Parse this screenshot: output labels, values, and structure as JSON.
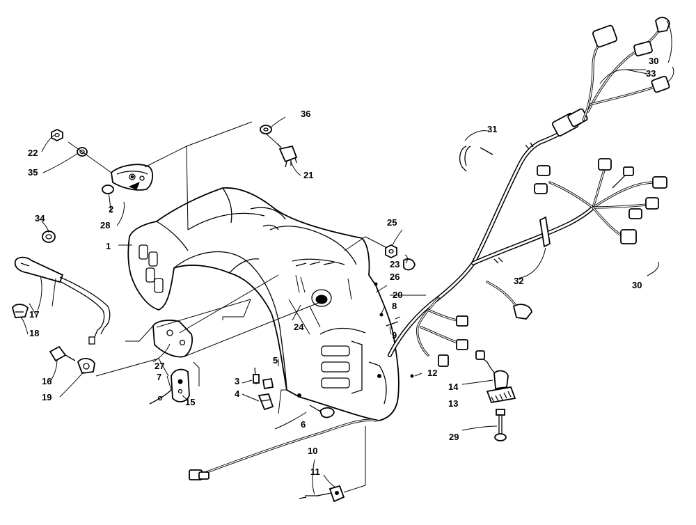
{
  "diagram": {
    "labels": [
      "1",
      "2",
      "3",
      "4",
      "5",
      "6",
      "7",
      "8",
      "9",
      "10",
      "11",
      "12",
      "13",
      "14",
      "15",
      "16",
      "17",
      "18",
      "19",
      "20",
      "21",
      "22",
      "23",
      "24",
      "25",
      "26",
      "27",
      "28",
      "29",
      "30",
      "30",
      "31",
      "32",
      "33",
      "34",
      "35",
      "36"
    ]
  }
}
